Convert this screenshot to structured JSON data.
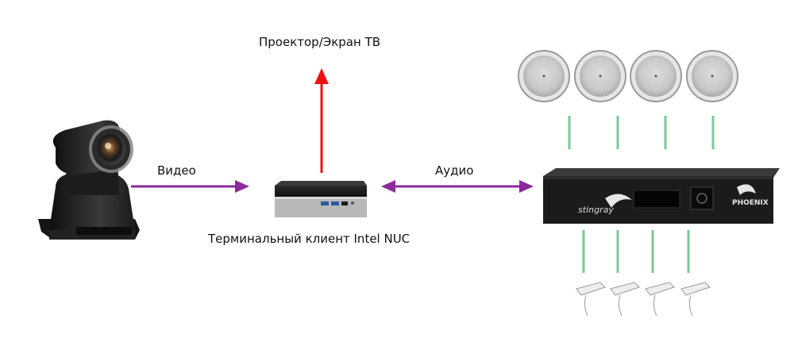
{
  "labels": {
    "projector": "Проектор/Экран ТВ",
    "video": "Видео",
    "audio": "Аудио",
    "client": "Терминальный клиент Intel NUC"
  },
  "device_texts": {
    "processor_brand": "stingray",
    "processor_logo": "PHOENIX"
  },
  "colors": {
    "video_arrow": "#8b2a9b",
    "audio_arrow": "#8b2a9b",
    "projector_arrow": "#ee1111",
    "speaker_links": "#7cc896",
    "mic_links": "#7cc896"
  },
  "icons": [
    "ptz-camera-icon",
    "mini-pc-icon",
    "ceiling-speaker-icon",
    "dsp-processor-icon",
    "boundary-microphone-icon"
  ]
}
